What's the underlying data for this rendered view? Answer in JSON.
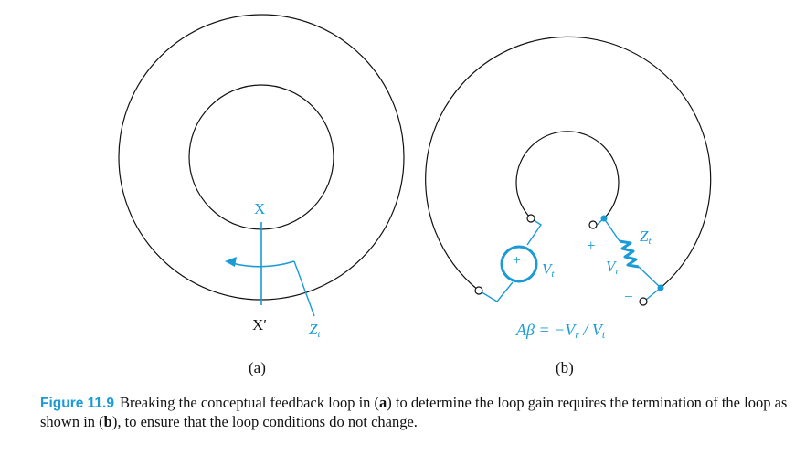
{
  "figure": {
    "panel_a": {
      "label": "(a)",
      "cut_top": "X",
      "cut_bottom": "X′",
      "impedance_label": "Z",
      "impedance_sub": "t"
    },
    "panel_b": {
      "label": "(b)",
      "source_plus": "+",
      "test_voltage": "V",
      "test_voltage_sub": "t",
      "impedance_label": "Z",
      "impedance_sub": "t",
      "return_voltage": "V",
      "return_voltage_sub": "r",
      "plus_sign": "+",
      "minus_sign": "−",
      "equation": "Aβ = −V",
      "equation_sub1": "r",
      "equation_mid": " / V",
      "equation_sub2": "t"
    },
    "accent_color": "#1a9bd6"
  },
  "caption": {
    "label": "Figure 11.9",
    "t1": "Breaking the conceptual feedback loop in (",
    "b1": "a",
    "t2": ") to determine the loop gain requires the termination of the loop as shown in (",
    "b2": "b",
    "t3": "), to ensure that the loop conditions do not change."
  }
}
